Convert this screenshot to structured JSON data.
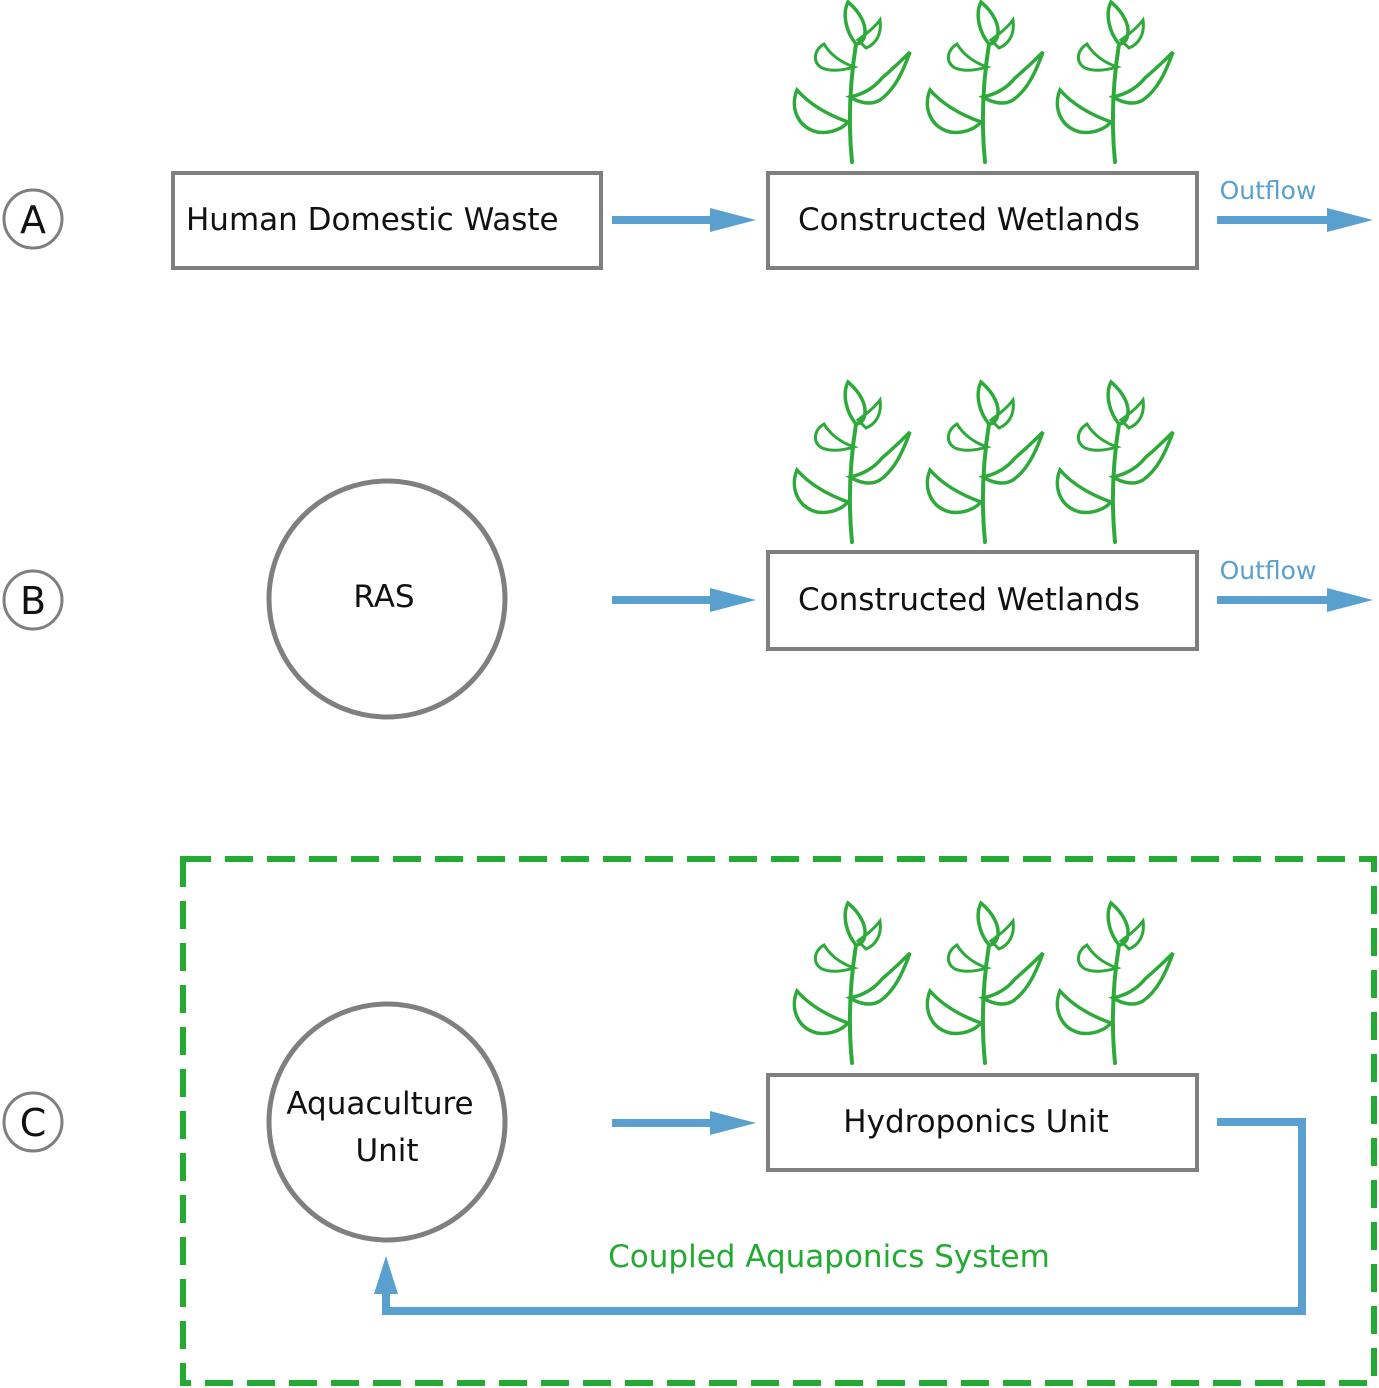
{
  "colors": {
    "box_stroke": "#7f7f7f",
    "arrow": "#5aa0cf",
    "plant": "#2daa3a",
    "system_border": "#22aa33",
    "text": "#111111"
  },
  "rows": {
    "a": {
      "marker": "A",
      "source": "Human Domestic Waste",
      "wetland": "Constructed Wetlands",
      "outflow": "Outflow"
    },
    "b": {
      "marker": "B",
      "source": "RAS",
      "wetland": "Constructed Wetlands",
      "outflow": "Outflow"
    },
    "c": {
      "marker": "C",
      "source_line1": "Aquaculture",
      "source_line2": "Unit",
      "hydroponics": "Hydroponics Unit",
      "system_label": "Coupled Aquaponics System"
    }
  }
}
